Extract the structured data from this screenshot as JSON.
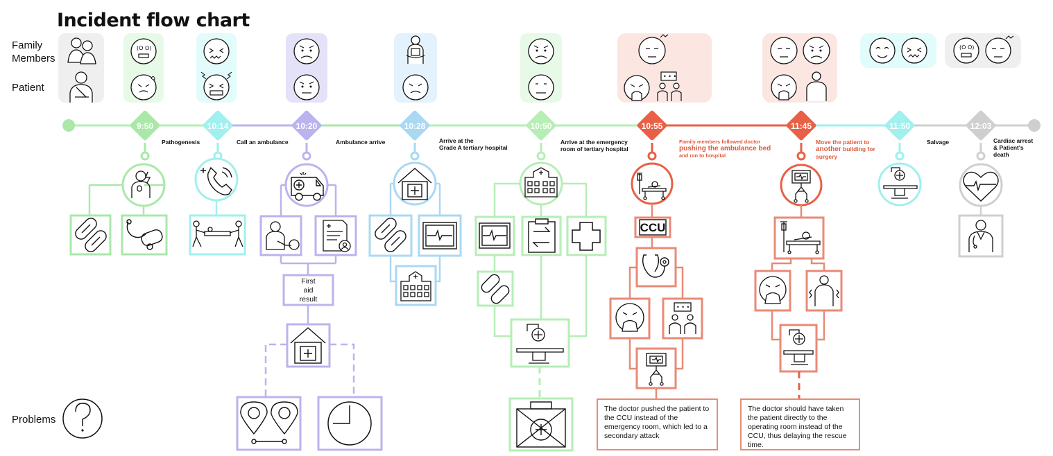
{
  "title": "Incident flow chart",
  "row_labels": {
    "family": "Family\nMembers",
    "patient": "Patient",
    "problems": "Problems"
  },
  "colors": {
    "green": "#a9e8a9",
    "cyan": "#9ff0ee",
    "purple": "#b9b4ee",
    "blue": "#a9d8f3",
    "red": "#e86045",
    "salmon": "#e88a76",
    "gray": "#cfcfcf"
  },
  "timeline": {
    "times": [
      "9:50",
      "10:14",
      "10:20",
      "10:28",
      "10:50",
      "10:55",
      "11:45",
      "11:50",
      "12:03"
    ]
  },
  "events": {
    "pathogenesis": "Pathogenesis",
    "call_ambulance": "Call an ambulance",
    "ambulance_arrive": "Ambulance arrive",
    "arrive_hospital_1": "Arrive at the",
    "arrive_hospital_2": "Grade A tertiary hospital",
    "arrive_er_1": "Arrive at the emergency",
    "arrive_er_2": "room of tertiary hospital",
    "family_followed_1": "Family members followed doctor",
    "family_followed_2": "pushing the ambulance bed",
    "family_followed_3": "and ran to  hospital",
    "move_patient_1": "Move the patient to",
    "move_patient_2": "another",
    "move_patient_3": "building for",
    "move_patient_4": "surgery",
    "salvage": "Salvage",
    "death_1": "Cardiac arrest",
    "death_2": "& Patient's",
    "death_3": "death"
  },
  "ccu_label": "CCU",
  "first_aid": "First\naid\nresult",
  "notes": {
    "ccu_problem": "The doctor pushed the patient to the CCU instead of the emergency room, which led to a secondary attack",
    "delay_problem": "The doctor should have taken the patient directly to the operating room instead of the CCU, thus delaying the rescue time."
  },
  "problems_icon": "question-mark-icon"
}
